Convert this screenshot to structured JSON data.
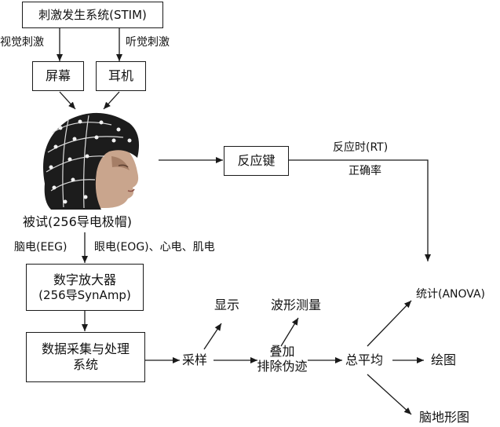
{
  "stim_box": "刺激发生系统(STIM)",
  "visual_stim": "视觉刺激",
  "auditory_stim": "听觉刺激",
  "screen_box": "屏幕",
  "earphone_box": "耳机",
  "response_box": "反应键",
  "rt_label": "反应时(RT)",
  "accuracy_label": "正确率",
  "subject_label": "被试(256导电极帽)",
  "eeg_label": "脑电(EEG)",
  "eog_label": "眼电(EOG)、心电、肌电",
  "amp_box": {
    "line1": "数字放大器",
    "line2": "(256导SynAmp)"
  },
  "acq_box": {
    "line1": "数据采集与处理",
    "line2": "系统"
  },
  "sampling_label": "采样",
  "display_label": "显示",
  "waveform_label": "波形测量",
  "overlay_label": {
    "line1": "叠加",
    "line2": "排除伪迹"
  },
  "grand_avg_label": "总平均",
  "stats_label": "统计(ANOVA)",
  "plot_label": "绘图",
  "topo_label": "脑地形图"
}
